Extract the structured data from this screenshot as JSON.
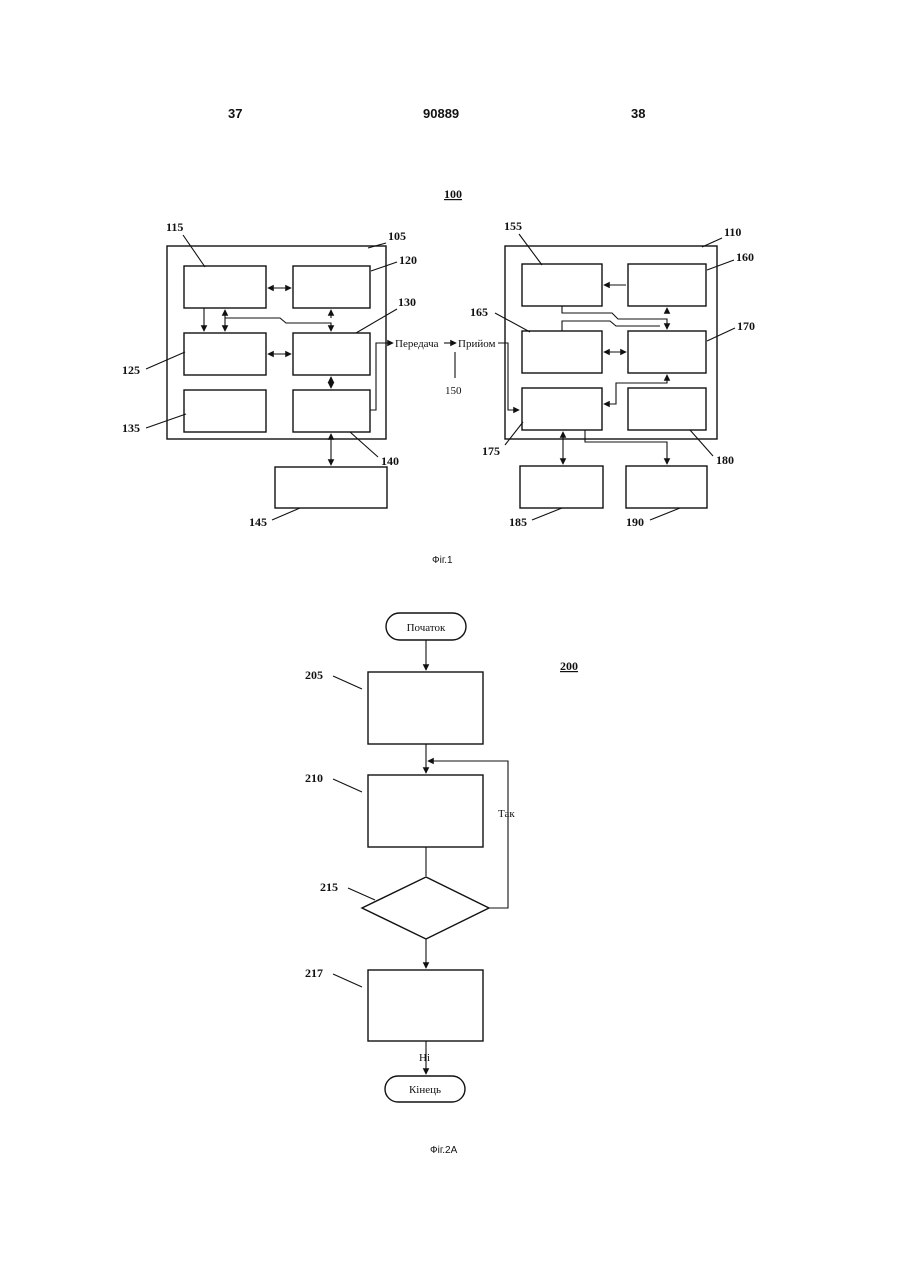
{
  "header": {
    "left_page": "37",
    "patent_number": "90889",
    "right_page": "38"
  },
  "fig1": {
    "system_ref": "100",
    "transmitter_ref": "105",
    "receiver_ref": "110",
    "labels": {
      "b115": "115",
      "b120": "120",
      "b125": "125",
      "b130": "130",
      "b135": "135",
      "b140": "140",
      "b145": "145",
      "b155": "155",
      "b160": "160",
      "b165": "165",
      "b170": "170",
      "b175": "175",
      "b180": "180",
      "b185": "185",
      "b190": "190"
    },
    "channel_ref": "150",
    "transmit_text": "Передача",
    "receive_text": "Прийом",
    "caption": "Фіг.1"
  },
  "fig2a": {
    "flow_ref": "200",
    "start_text": "Початок",
    "end_text": "Кінець",
    "step_205": "205",
    "step_210": "210",
    "step_215": "215",
    "step_217": "217",
    "yes_text": "Так",
    "no_text": "Ні",
    "caption": "Фіг.2А"
  }
}
